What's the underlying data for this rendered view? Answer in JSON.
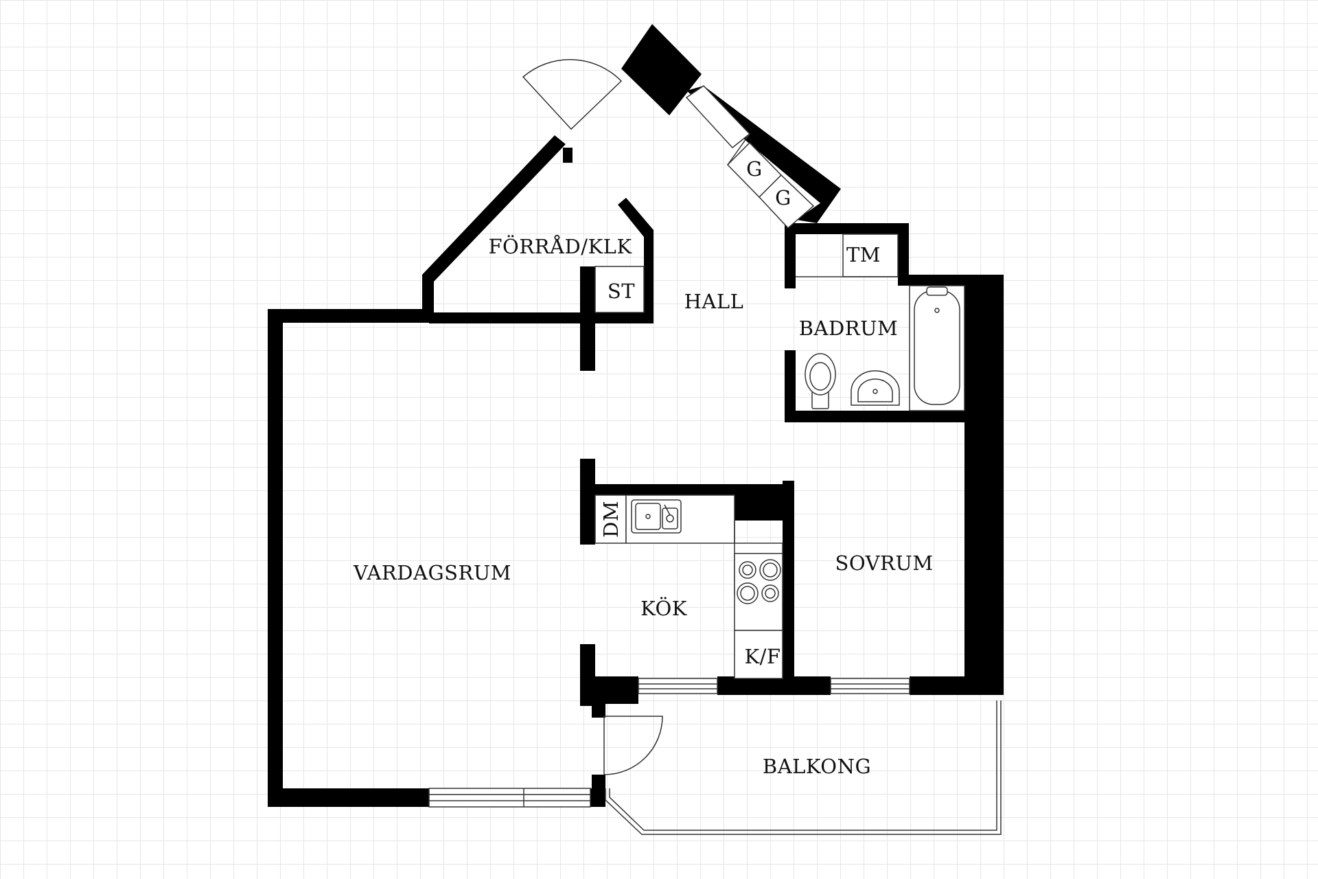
{
  "rooms": {
    "vardagsrum": "VARDAGSRUM",
    "kok": "KÖK",
    "sovrum": "SOVRUM",
    "badrum": "BADRUM",
    "hall": "HALL",
    "forrad": "FÖRRÅD/KLK",
    "balkong": "BALKONG"
  },
  "fixtures": {
    "st": "ST",
    "tm": "TM",
    "dm": "DM",
    "kf": "K/F",
    "g1": "G",
    "g2": "G"
  },
  "colors": {
    "wall": "#000000",
    "line": "#333333",
    "background": "#ffffff",
    "grid": "#e6e6e6"
  }
}
